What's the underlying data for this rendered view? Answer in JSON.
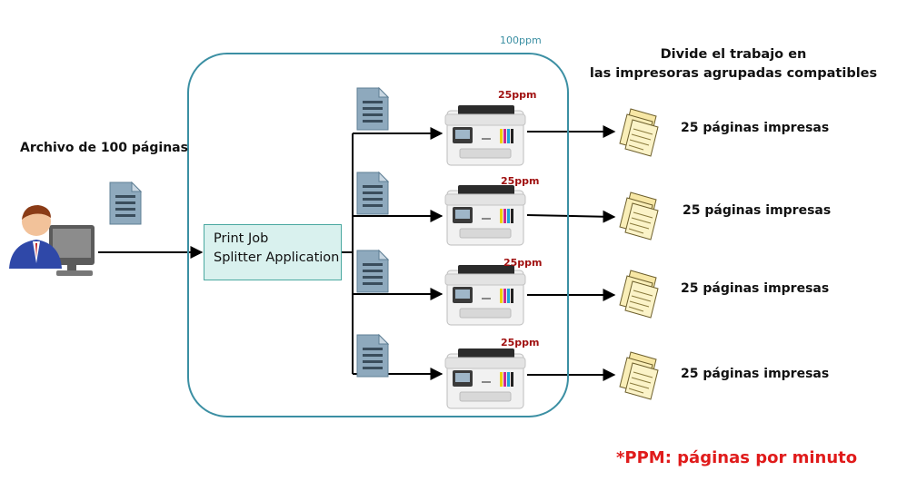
{
  "source": {
    "label": "Archivo de 100 páginas"
  },
  "group": {
    "capacity_label": "100ppm"
  },
  "splitter": {
    "line1": "Print Job",
    "line2": "Splitter Application"
  },
  "heading": {
    "line1": "Divide el trabajo en",
    "line2": "las impresoras agrupadas compatibles"
  },
  "printers": [
    {
      "speed": "25ppm",
      "output": "25 páginas impresas"
    },
    {
      "speed": "25ppm",
      "output": "25 páginas impresas"
    },
    {
      "speed": "25ppm",
      "output": "25 páginas impresas"
    },
    {
      "speed": "25ppm",
      "output": "25 páginas impresas"
    }
  ],
  "footnote": "*PPM: páginas por minuto",
  "colors": {
    "group_border": "#3b8fa3",
    "splitter_fill": "#d9f1ee",
    "accent_red": "#e01b1b",
    "doc_blue": "#8ea9bd"
  }
}
